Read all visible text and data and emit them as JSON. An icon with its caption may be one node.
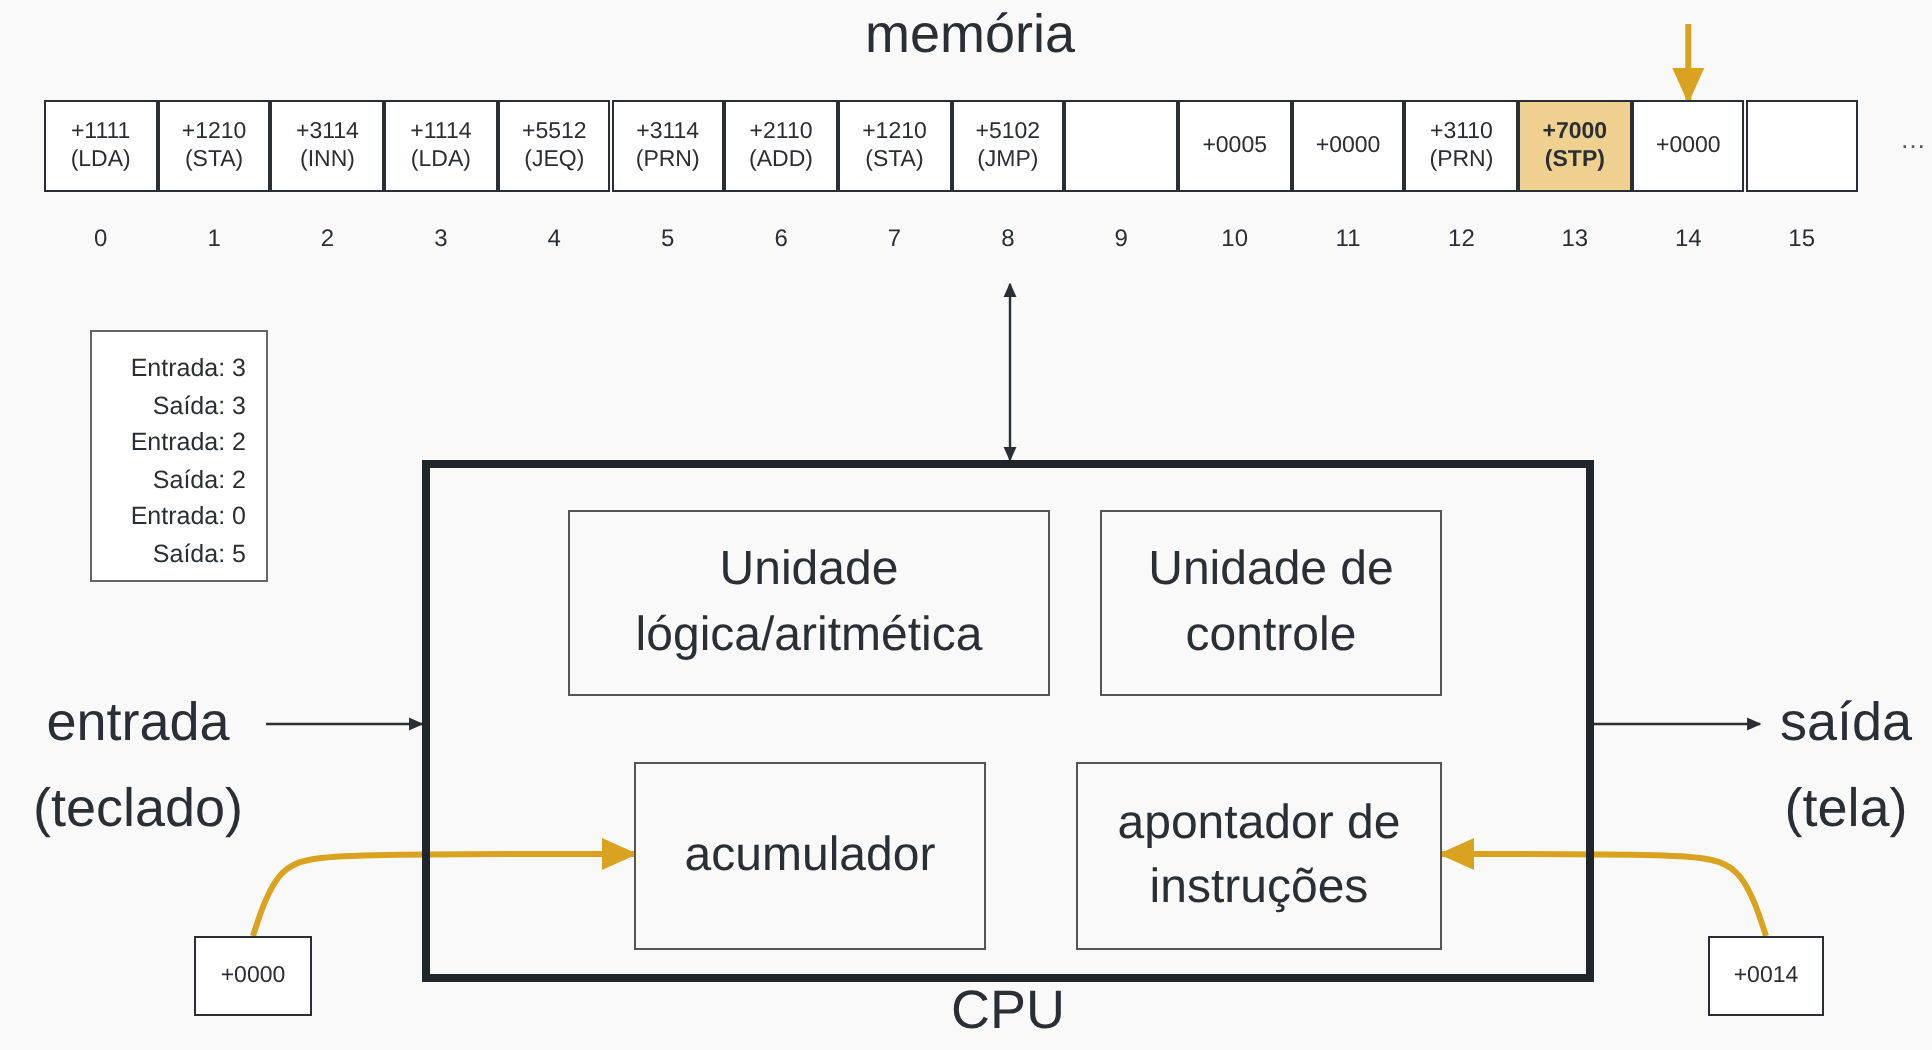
{
  "diagram": {
    "nodes": [
      {
        "text": [
          "memória"
        ]
      },
      {
        "text": [
          "+1111 (LDA)"
        ],
        "in": 0,
        "beside": [
          "0"
        ]
      },
      {
        "text": [
          "+1210 (STA)"
        ],
        "in": 0,
        "beside": [
          "1"
        ]
      },
      {
        "text": [
          "+3114 (INN)"
        ],
        "in": 0,
        "beside": [
          "2"
        ]
      },
      {
        "text": [
          "+1114 (LDA)"
        ],
        "in": 0,
        "beside": [
          "3"
        ]
      },
      {
        "text": [
          "+5512 (JEQ)"
        ],
        "in": 0,
        "beside": [
          "4"
        ]
      },
      {
        "text": [
          "+3114 (PRN)"
        ],
        "in": 0,
        "beside": [
          "5"
        ]
      },
      {
        "text": [
          "+2110 (ADD)"
        ],
        "in": 0,
        "beside": [
          "6"
        ]
      },
      {
        "text": [
          "+1210 (STA)"
        ],
        "in": 0,
        "beside": [
          "7"
        ]
      },
      {
        "text": [
          "+5102 (JMP)"
        ],
        "in": 0,
        "beside": [
          "8"
        ]
      },
      {
        "text": [],
        "shape": "box",
        "in": 0,
        "beside": [
          "9"
        ]
      },
      {
        "text": [
          "+0005"
        ],
        "in": 0,
        "beside": [
          "10"
        ]
      },
      {
        "text": [
          "+0000"
        ],
        "in": 0,
        "beside": [
          "11"
        ]
      },
      {
        "text": [
          "+3110 (PRN)"
        ],
        "in": 0,
        "beside": [
          "12"
        ]
      },
      {
        "text": [
          "+7000 (STP)"
        ],
        "in": 0,
        "beside": [
          "13"
        ]
      },
      {
        "text": [
          "+0000"
        ],
        "in": 0,
        "beside": [
          "14"
        ]
      },
      {
        "text": [],
        "shape": "box",
        "in": 0,
        "beside": [
          "15"
        ]
      },
      {
        "text": [
          "CPU"
        ]
      },
      {
        "text": [
          "Unidade lógica/aritmética"
        ],
        "in": 17
      },
      {
        "text": [
          "Unidade de controle"
        ],
        "in": 17
      },
      {
        "text": [
          "acumulador"
        ],
        "in": 17
      },
      {
        "text": [
          "apontador de instruções"
        ],
        "in": 17
      },
      {
        "text": [
          "entrada (teclado)"
        ]
      },
      {
        "text": [
          "saída (tela)"
        ]
      },
      {
        "text": [
          "+0000"
        ]
      },
      {
        "text": [
          "+0014"
        ]
      },
      {
        "text": [
          "Entrada: 3",
          "Saída: 3",
          "Entrada: 2",
          "Saída: 2",
          "Entrada: 0",
          "Saída: 5"
        ]
      }
    ],
    "edges": [
      {
        "from": 0,
        "to": 17,
        "arrow": "both"
      },
      {
        "from": 22,
        "to": 17,
        "arrow": "to"
      },
      {
        "from": 17,
        "to": 23,
        "arrow": "to"
      },
      {
        "from": 24,
        "to": 20,
        "arrow": "to",
        "style": "thick",
        "color": "#d9a21f"
      },
      {
        "from": 25,
        "to": 21,
        "arrow": "to",
        "style": "thick",
        "color": "#d9a21f"
      },
      {
        "from": null,
        "to": 15,
        "arrow": "to",
        "style": "thick",
        "color": "#d9a21f"
      }
    ],
    "labels": [
      "…"
    ]
  }
}
